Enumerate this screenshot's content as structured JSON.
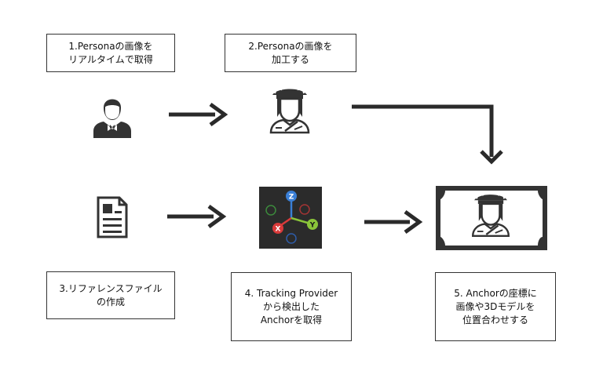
{
  "steps": [
    {
      "lines": [
        "1.Personaの画像を",
        "リアルタイムで取得"
      ]
    },
    {
      "lines": [
        "2.Personaの画像を",
        "加工する"
      ]
    },
    {
      "lines": [
        "3.リファレンスファイル",
        "の作成"
      ]
    },
    {
      "lines": [
        "4. Tracking Provider",
        "から検出した",
        "Anchorを取得"
      ]
    },
    {
      "lines": [
        "5. Anchorの座標に",
        "画像や3Dモデルを",
        "位置合わせする"
      ]
    }
  ],
  "axis_labels": {
    "z": "Z",
    "x": "X",
    "y": "Y"
  },
  "colors": {
    "arrow": "#2a2a2a",
    "icon": "#333333",
    "axis_z": "#3a7fd6",
    "axis_x": "#d93a3a",
    "axis_y": "#8ac43a",
    "axis_panel": "#2b2b2b"
  },
  "icons": [
    "person-icon",
    "roman-helmet-bust-icon",
    "document-icon",
    "xyz-axis-icon",
    "banknote-bust-icon"
  ]
}
